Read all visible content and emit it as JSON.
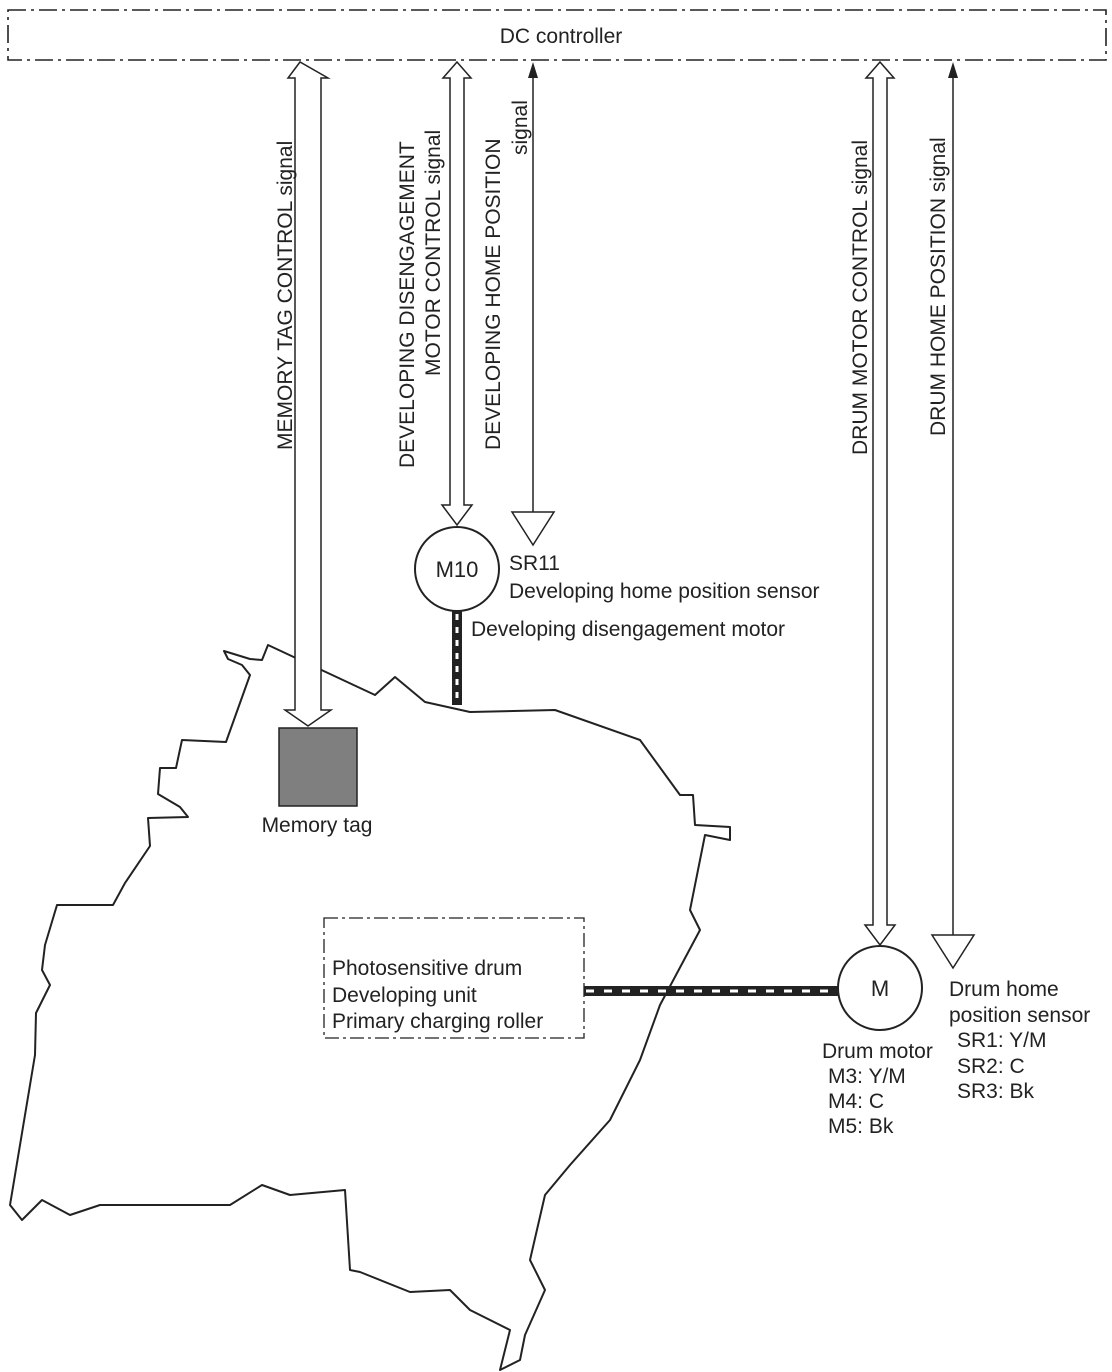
{
  "controller": {
    "label": "DC controller"
  },
  "signals": {
    "memory_tag_control": "MEMORY TAG CONTROL signal",
    "developing_disengagement_line1": "DEVELOPING DISENGAGEMENT",
    "developing_disengagement_line2": "MOTOR CONTROL signal",
    "developing_home_line1": "DEVELOPING HOME POSITION",
    "developing_home_line2": "signal",
    "drum_motor_control": "DRUM MOTOR CONTROL signal",
    "drum_home_position": "DRUM HOME POSITION signal"
  },
  "components": {
    "m10_symbol": "M10",
    "sr11_id": "SR11",
    "sr11_name": "Developing home position sensor",
    "m10_name": "Developing disengagement motor",
    "memory_tag": "Memory tag",
    "drum_unit_line1": "Photosensitive drum",
    "drum_unit_line2": "Developing unit",
    "drum_unit_line3": "Primary charging roller",
    "drum_motor_symbol": "M",
    "drum_motor_name": "Drum motor",
    "drum_motor_m3": "M3: Y/M",
    "drum_motor_m4": "M4: C",
    "drum_motor_m5": "M5: Bk",
    "drum_sensor_line1": "Drum home",
    "drum_sensor_line2": "position sensor",
    "drum_sensor_sr1": "SR1: Y/M",
    "drum_sensor_sr2": "SR2: C",
    "drum_sensor_sr3": "SR3: Bk"
  },
  "colors": {
    "line": "#222222",
    "memory_tag_fill": "#7f7f7f"
  }
}
